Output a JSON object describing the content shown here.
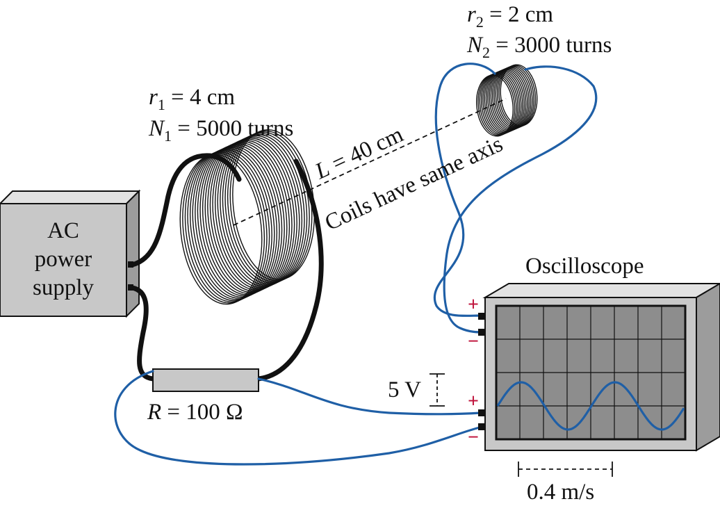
{
  "colors": {
    "wire_black": "#111111",
    "wire_blue": "#1f5fa6",
    "box_gray": "#c8c8c8",
    "screen_gray": "#8d8d8d",
    "plus_minus_red": "#c0143c",
    "trace_blue": "#1f5fa6"
  },
  "coil1": {
    "r_var": "r",
    "r_sub": "1",
    "r_value": " = 4 cm",
    "n_var": "N",
    "n_sub": "1",
    "n_value": " = 5000 turns"
  },
  "coil2": {
    "r_var": "r",
    "r_sub": "2",
    "r_value": " = 2 cm",
    "n_var": "N",
    "n_sub": "2",
    "n_value": " = 3000 turns"
  },
  "separation": {
    "var": "L",
    "value": " = 40 cm"
  },
  "axis_note": "Coils have same axis",
  "power_supply": {
    "line1": "AC",
    "line2": "power",
    "line3": "supply"
  },
  "resistor": {
    "var": "R",
    "value": " = 100 Ω"
  },
  "oscilloscope": {
    "title": "Oscilloscope",
    "plus": "+",
    "minus": "−",
    "vertical_scale": "5 V",
    "horizontal_scale": "0.4 m/s"
  }
}
